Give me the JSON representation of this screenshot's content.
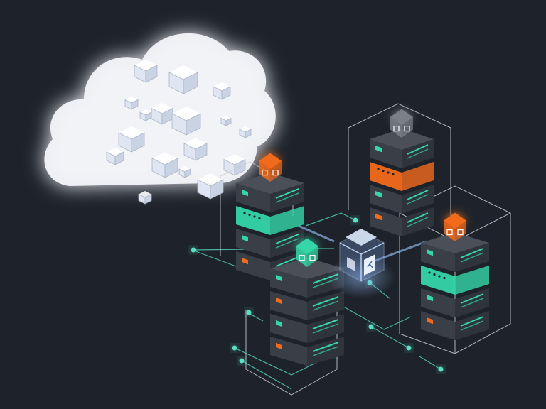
{
  "illustration": {
    "title": "",
    "palette": {
      "background": "#1e232b",
      "cloud": "#f2f4f8",
      "cube": "#dfe6f2",
      "server_body": "#3a3f47",
      "server_top": "#4a4f58",
      "teal_accent": "#35d6a8",
      "orange_accent": "#f26a1b",
      "hub": "#8fb8f0",
      "line": "#59e0c5",
      "wire_frame": "#c9ced6"
    },
    "icons": {
      "hub": "network-nodes-icon",
      "orange_server": "people-icon",
      "teal_server": "globe-icon",
      "grey_server": "chart-icon",
      "right_server": "document-icon"
    },
    "servers": [
      {
        "id": "server-center-left",
        "accent": "teal",
        "icon": "orange"
      },
      {
        "id": "server-front",
        "accent": "orange",
        "icon": "teal"
      },
      {
        "id": "server-back-right",
        "accent": "orange",
        "icon": "grey"
      },
      {
        "id": "server-right",
        "accent": "teal",
        "icon": "orange"
      }
    ]
  }
}
